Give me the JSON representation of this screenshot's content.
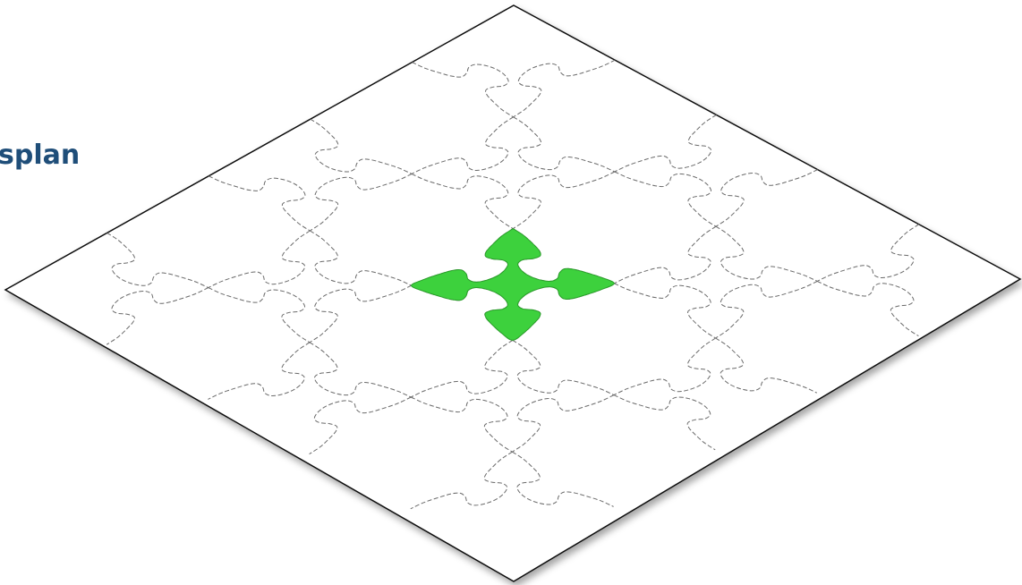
{
  "heading": {
    "text": "splan"
  },
  "puzzle": {
    "grid_size": 5,
    "highlighted_piece": {
      "row": 2,
      "col": 2
    },
    "colors": {
      "board": "#ffffff",
      "edge": "#111111",
      "seam": "#6a6a6a",
      "highlight": "#3dd13d",
      "heading": "#1f4e79"
    }
  }
}
